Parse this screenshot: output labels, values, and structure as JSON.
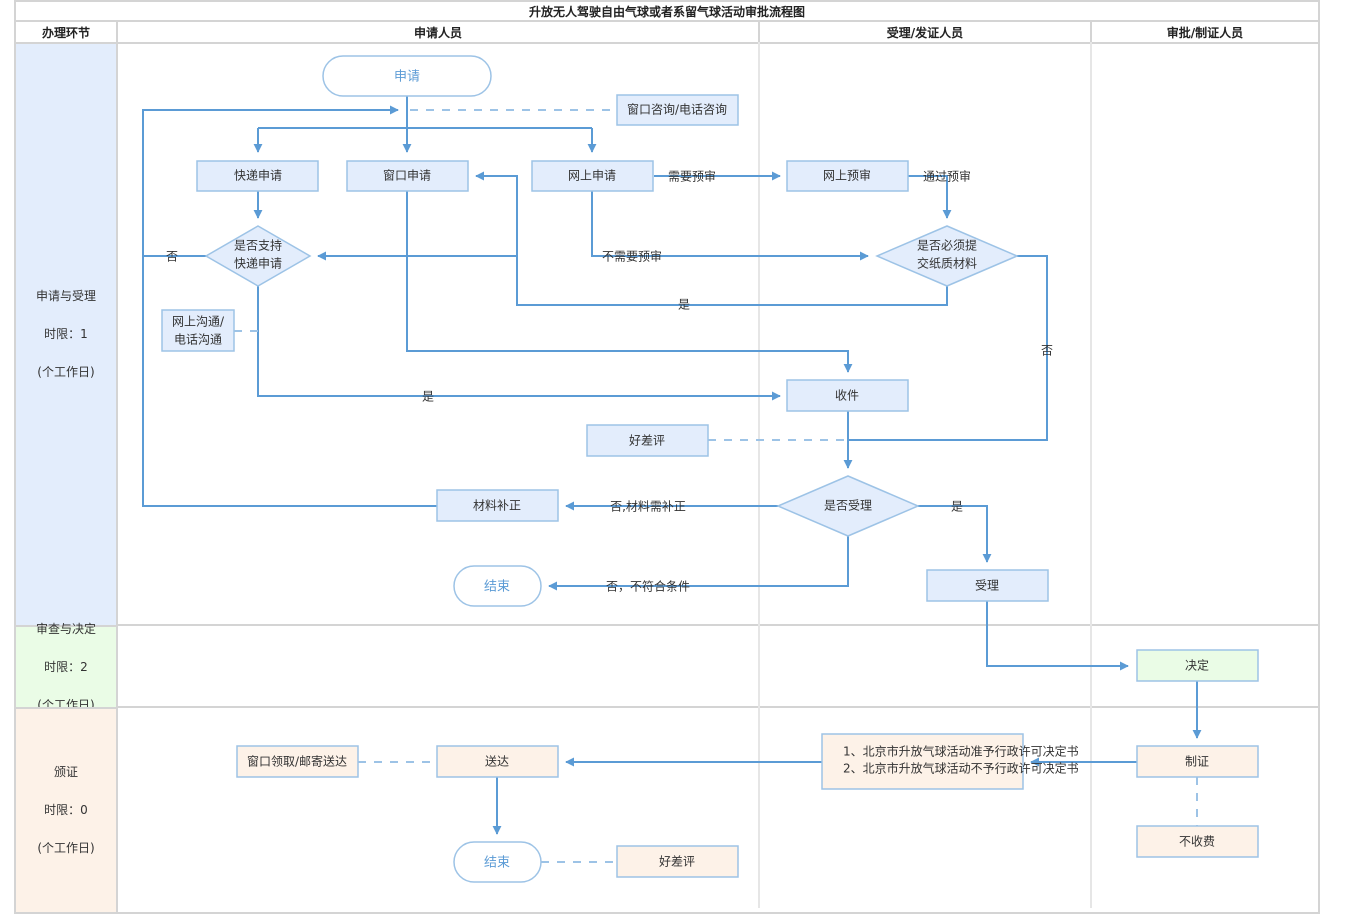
{
  "title": "升放无人驾驶自由气球或者系留气球活动审批流程图",
  "columns": [
    "办理环节",
    "申请人员",
    "受理/发证人员",
    "审批/制证人员"
  ],
  "stages": [
    {
      "name": "申请与受理",
      "limit": "时限：1",
      "unit": "(个工作日)",
      "color": "#e3edfc"
    },
    {
      "name": "审查与决定",
      "limit": "时限：2",
      "unit": "(个工作日)",
      "color": "#eafce6"
    },
    {
      "name": "颁证",
      "limit": "时限：0",
      "unit": "(个工作日)",
      "color": "#fdf2e8"
    }
  ],
  "colors": {
    "line": "#5b9bd5",
    "dashed": "#9dc3e6",
    "node_blue": "#e3edfc",
    "node_green": "#eafce6",
    "node_orange": "#fdf2e8",
    "node_border": "#9dc3e6",
    "terminal_text": "#5b9bd5"
  },
  "nodes": {
    "start": "申请",
    "consult": "窗口咨询/电话咨询",
    "express_apply": "快递申请",
    "window_apply": "窗口申请",
    "online_apply": "网上申请",
    "online_precheck": "网上预审",
    "express_supported": [
      "是否支持",
      "快递申请"
    ],
    "paper_required": [
      "是否必须提",
      "交纸质材料"
    ],
    "online_comm": [
      "网上沟通/",
      "电话沟通"
    ],
    "receive": "收件",
    "rating1": "好差评",
    "accept_decision": "是否受理",
    "supplement": "材料补正",
    "end1": "结束",
    "accept": "受理",
    "decide": "决定",
    "make_cert": "制证",
    "documents": [
      "1、北京市升放气球活动准予行政许可决定书",
      "2、北京市升放气球活动不予行政许可决定书"
    ],
    "deliver": "送达",
    "pickup": "窗口领取/邮寄送达",
    "end2": "结束",
    "rating2": "好差评",
    "no_fee": "不收费"
  },
  "edge_labels": {
    "need_precheck": "需要预审",
    "pass_precheck": "通过预审",
    "no_precheck": "不需要预审",
    "express_no": "否",
    "express_yes": "是",
    "paper_yes": "是",
    "paper_no": "否",
    "supplement": "否,材料需补正",
    "reject": "否，不符合条件",
    "accept_yes": "是"
  }
}
